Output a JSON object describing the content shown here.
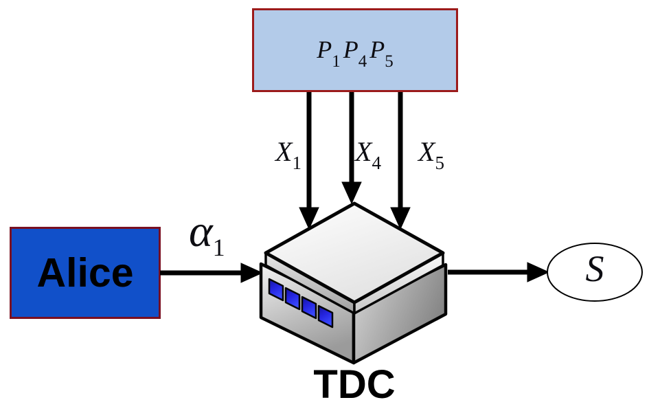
{
  "figure": {
    "background": "#ffffff",
    "top_box": {
      "fill": "#b3cbe9",
      "border": "#9c1b1b",
      "terms": [
        {
          "base": "P",
          "sub": "1"
        },
        {
          "base": "P",
          "sub": "4"
        },
        {
          "base": "P",
          "sub": "5"
        }
      ]
    },
    "signal_labels": [
      {
        "base": "X",
        "sub": "1"
      },
      {
        "base": "X",
        "sub": "4"
      },
      {
        "base": "X",
        "sub": "5"
      }
    ],
    "alice_box": {
      "label": "Alice",
      "fill": "#1150c9",
      "border": "#7a1022"
    },
    "alpha_label": {
      "base": "α",
      "sub": "1"
    },
    "tdc_box": {
      "caption": "TDC",
      "squares_color": "#2525e0",
      "body_color": "#c0c0c0",
      "outline_color": "#000000"
    },
    "output_node": {
      "label": "S",
      "fill": "#ffffff",
      "border": "#000000"
    },
    "arrow_color": "#000000"
  }
}
